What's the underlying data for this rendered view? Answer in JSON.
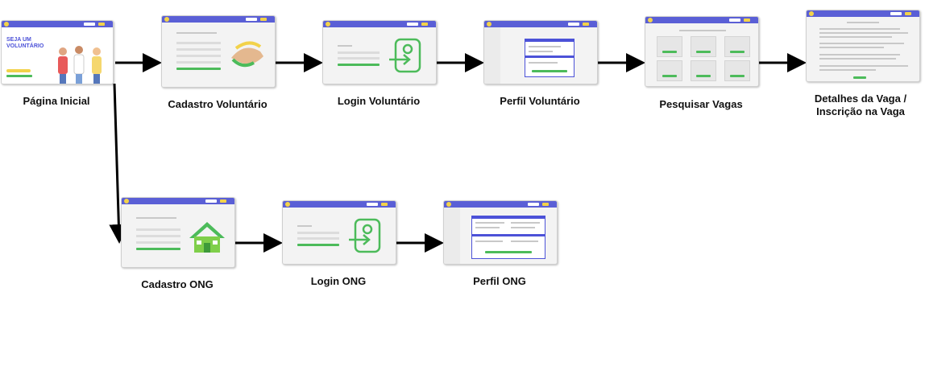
{
  "nodes": {
    "home": {
      "label": "Página Inicial",
      "hero": "SEJA UM VOLUNTÁRIO"
    },
    "volunteer_signup": {
      "label": "Cadastro Voluntário"
    },
    "volunteer_login": {
      "label": "Login Voluntário"
    },
    "volunteer_profile": {
      "label": "Perfil Voluntário"
    },
    "search_jobs": {
      "label": "Pesquisar Vagas"
    },
    "job_details": {
      "label_line1": "Detalhes da Vaga /",
      "label_line2": "Inscrição na Vaga"
    },
    "ngo_signup": {
      "label": "Cadastro ONG"
    },
    "ngo_login": {
      "label": "Login ONG"
    },
    "ngo_profile": {
      "label": "Perfil ONG"
    }
  },
  "edges": [
    {
      "from": "home",
      "to": "volunteer_signup"
    },
    {
      "from": "volunteer_signup",
      "to": "volunteer_login"
    },
    {
      "from": "volunteer_login",
      "to": "volunteer_profile"
    },
    {
      "from": "volunteer_profile",
      "to": "search_jobs"
    },
    {
      "from": "search_jobs",
      "to": "job_details"
    },
    {
      "from": "home",
      "to": "ngo_signup"
    },
    {
      "from": "ngo_signup",
      "to": "ngo_login"
    },
    {
      "from": "ngo_login",
      "to": "ngo_profile"
    }
  ],
  "colors": {
    "nav": "#5a5fd6",
    "accent_green": "#4cbb5a",
    "accent_yellow": "#f2d24a",
    "arrow": "#000000"
  }
}
